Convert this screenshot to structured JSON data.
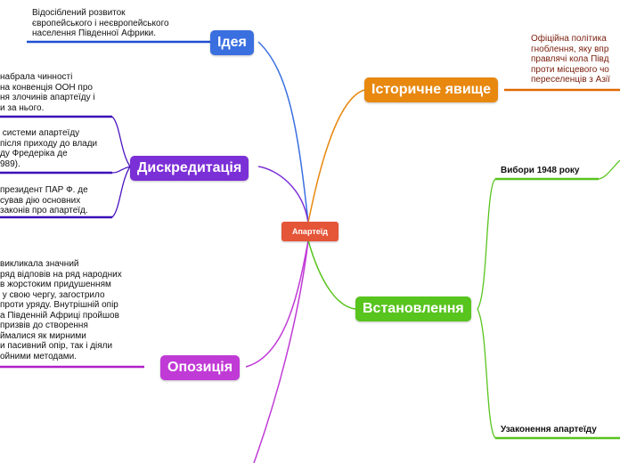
{
  "central": {
    "label": "Апартеїд"
  },
  "branches": {
    "ideya": {
      "label": "Ідея",
      "color": "#3a6fe0",
      "note": "Відосіблений розвиток\nєвропейського і неєвропейського\nнаселення Південної Африки."
    },
    "dyskredytatsiya": {
      "label": "Дискредитація",
      "color": "#7b2fd6",
      "notes": [
        "набрала чинності\nна конвенція ООН про\nня злочинів апартеїду і\nи за нього.",
        " системи апартеїду\nпісля приходу до влади\nду Фредеріка де\n989).",
        "президент ПАР Ф. де\nсував дію основних\nзаконів про апартеїд."
      ]
    },
    "opozytsiya": {
      "label": "Опозиція",
      "color": "#c03ad6",
      "note": "викликала значний\nряд відповів на ряд народних\nв жорстоким придушенням\n у свою чергу, загострило\nпроти уряду. Внутрішній опір\nа Південній Африці пройшов\nпризвів до створення\nймалися як мирними\nи пасивний опір, так і діяли\nойними методами."
    },
    "istorychne": {
      "label": "Історичне явище",
      "color": "#e8880f",
      "note": "Офіційна політика\nгноблення, яку впр\nправлячі кола Півд\nпроти місцевого чо\nпереселенців з Азії"
    },
    "vstanovlennya": {
      "label": "Встановлення",
      "color": "#58c41e",
      "subs": [
        "Вибори 1948 року",
        "Узаконення апартеїду"
      ]
    }
  }
}
